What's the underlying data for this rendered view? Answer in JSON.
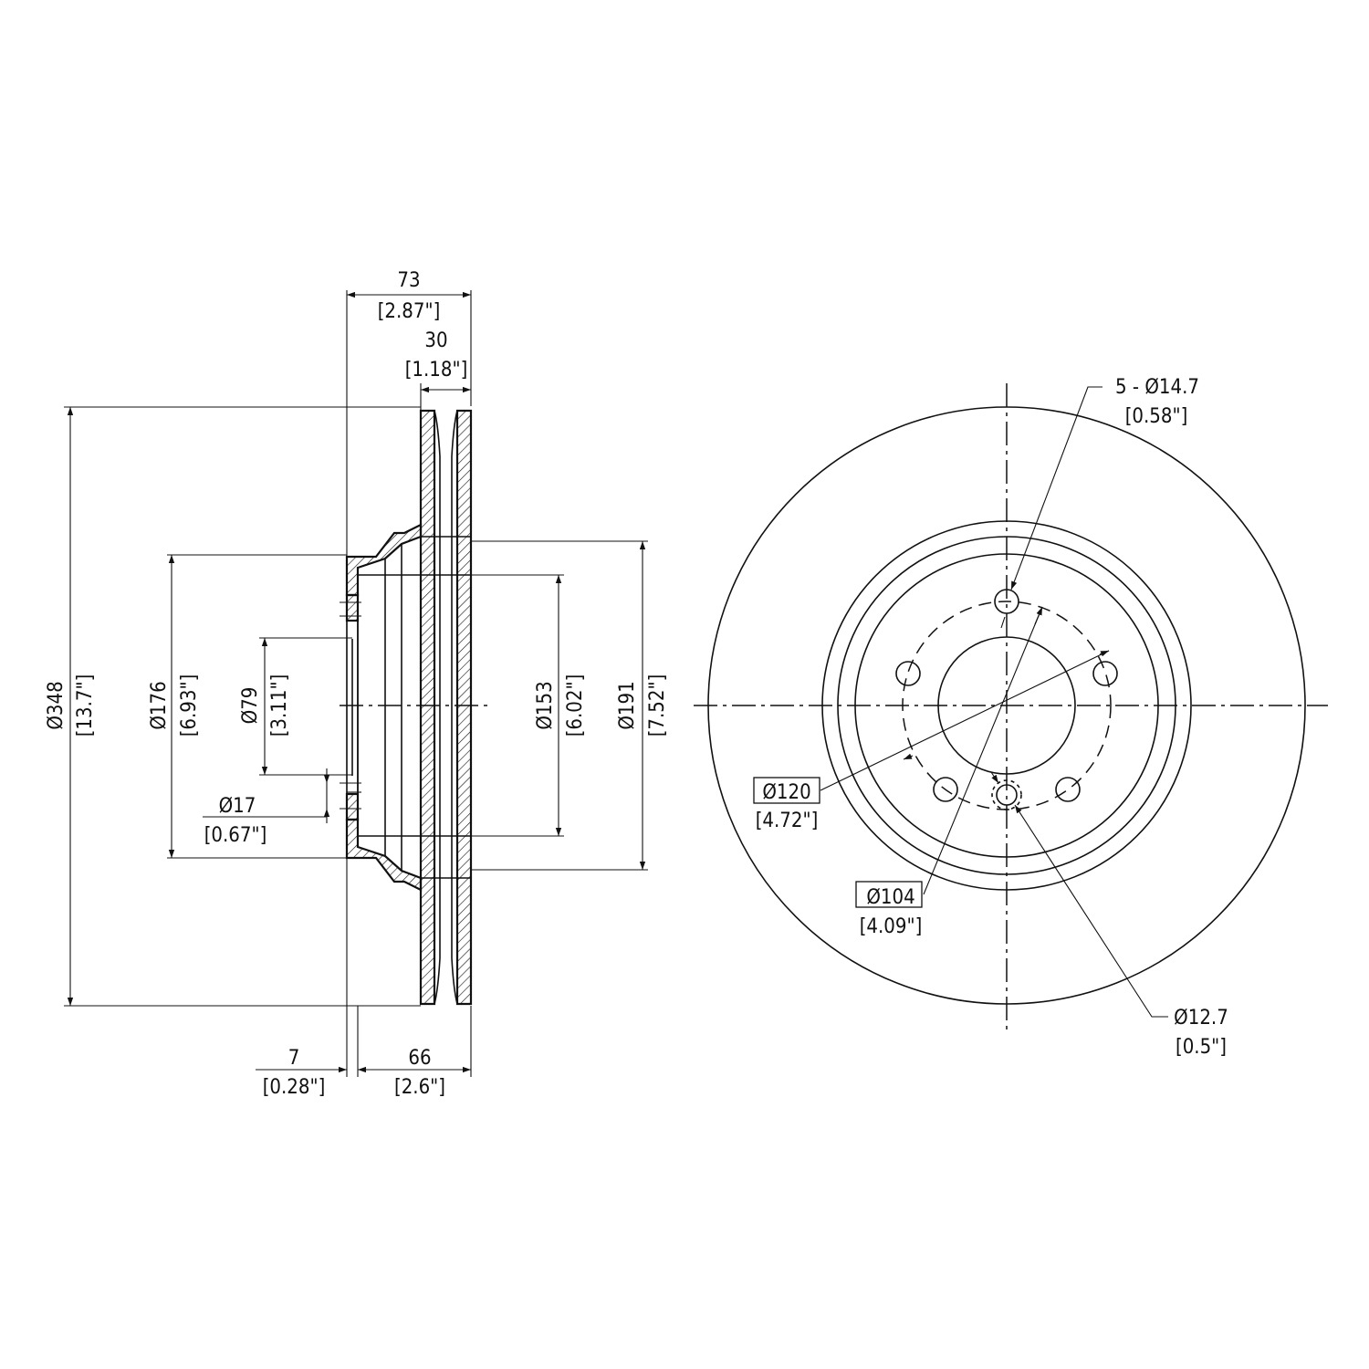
{
  "dimensions": {
    "overall_width": {
      "mm": "73",
      "inch": "[2.87\"]"
    },
    "rotor_thickness": {
      "mm": "30",
      "inch": "[1.18\"]"
    },
    "outer_diameter": {
      "mm": "Ø348",
      "inch": "[13.7\"]"
    },
    "hat_diameter": {
      "mm": "Ø176",
      "inch": "[6.93\"]"
    },
    "center_bore": {
      "mm": "Ø79",
      "inch": "[3.11\"]"
    },
    "small_hole": {
      "mm": "Ø17",
      "inch": "[0.67\"]"
    },
    "inner_diameter_153": {
      "mm": "Ø153",
      "inch": "[6.02\"]"
    },
    "inner_diameter_191": {
      "mm": "Ø191",
      "inch": "[7.52\"]"
    },
    "offset_7": {
      "mm": "7",
      "inch": "[0.28\"]"
    },
    "hat_height": {
      "mm": "66",
      "inch": "[2.6\"]"
    },
    "lug_holes": {
      "mm": "5 - Ø14.7",
      "inch": "[0.58\"]"
    },
    "bolt_circle_120": {
      "mm": "Ø120",
      "inch": "[4.72\"]"
    },
    "bolt_circle_104": {
      "mm": "Ø104",
      "inch": "[4.09\"]"
    },
    "pin_hole": {
      "mm": "Ø12.7",
      "inch": "[0.5\"]"
    }
  }
}
